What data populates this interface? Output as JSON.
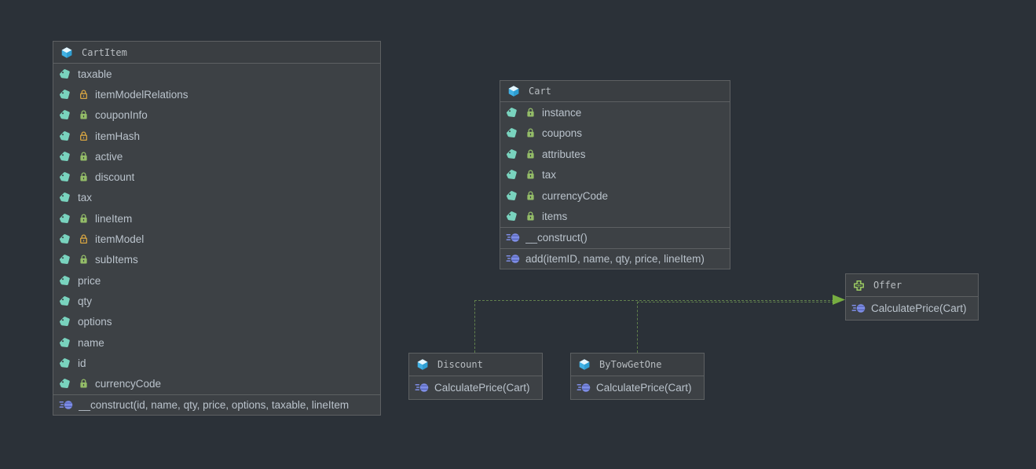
{
  "diagram": {
    "kind": "uml-class-diagram",
    "colors": {
      "canvas_background": "#2b3138",
      "node_background": "#3d4145",
      "node_header_background": "#3a3e42",
      "node_border": "#5d6062",
      "member_text": "#bac3cc",
      "title_text": "#b8bdc1",
      "edge_dash_green": "#61804d",
      "edge_arrow_green": "#77ad41",
      "field_tag_teal": "#79d3be",
      "lock_yellow": "#d9a642",
      "lock_green": "#94bd68",
      "method_icon_purple": "#7e8de6",
      "class_icon_blue": "#41b1e4",
      "interface_icon_green": "#9ccb62"
    },
    "edges": [
      {
        "from": "Discount",
        "to": "Offer",
        "style": "dashed-green-arrow"
      },
      {
        "from": "ByTowGetOne",
        "to": "Offer",
        "style": "dashed-green-arrow"
      }
    ]
  },
  "icons": {
    "class": "class-cube-icon",
    "interface": "interface-plus-icon",
    "field": "field-tag-icon",
    "method": "method-icon",
    "yellow_lock": "yellow-lock-icon",
    "green_lock": "green-lock-icon"
  },
  "classes": {
    "cartItem": {
      "name": "CartItem",
      "kind": "class",
      "fields": [
        {
          "name": "taxable",
          "lock": null
        },
        {
          "name": "itemModelRelations",
          "lock": "yellow"
        },
        {
          "name": "couponInfo",
          "lock": "green"
        },
        {
          "name": "itemHash",
          "lock": "yellow"
        },
        {
          "name": "active",
          "lock": "green"
        },
        {
          "name": "discount",
          "lock": "green"
        },
        {
          "name": "tax",
          "lock": null
        },
        {
          "name": "lineItem",
          "lock": "green"
        },
        {
          "name": "itemModel",
          "lock": "yellow"
        },
        {
          "name": "subItems",
          "lock": "green"
        },
        {
          "name": "price",
          "lock": null
        },
        {
          "name": "qty",
          "lock": null
        },
        {
          "name": "options",
          "lock": null
        },
        {
          "name": "name",
          "lock": null
        },
        {
          "name": "id",
          "lock": null
        },
        {
          "name": "currencyCode",
          "lock": "green"
        }
      ],
      "methods": [
        {
          "signature": "__construct(id, name, qty, price, options, taxable, lineItem"
        }
      ]
    },
    "cart": {
      "name": "Cart",
      "kind": "class",
      "fields": [
        {
          "name": "instance",
          "lock": "green"
        },
        {
          "name": "coupons",
          "lock": "green"
        },
        {
          "name": "attributes",
          "lock": "green"
        },
        {
          "name": "tax",
          "lock": "green"
        },
        {
          "name": "currencyCode",
          "lock": "green"
        },
        {
          "name": "items",
          "lock": "green"
        }
      ],
      "methods": [
        {
          "signature": "__construct()"
        },
        {
          "signature": "add(itemID, name, qty, price, lineItem)"
        }
      ]
    },
    "offer": {
      "name": "Offer",
      "kind": "interface",
      "fields": [],
      "methods": [
        {
          "signature": "CalculatePrice(Cart)"
        }
      ]
    },
    "discount": {
      "name": "Discount",
      "kind": "class",
      "fields": [],
      "methods": [
        {
          "signature": "CalculatePrice(Cart)"
        }
      ]
    },
    "byTowGetOne": {
      "name": "ByTowGetOne",
      "kind": "class",
      "fields": [],
      "methods": [
        {
          "signature": "CalculatePrice(Cart)"
        }
      ]
    }
  }
}
